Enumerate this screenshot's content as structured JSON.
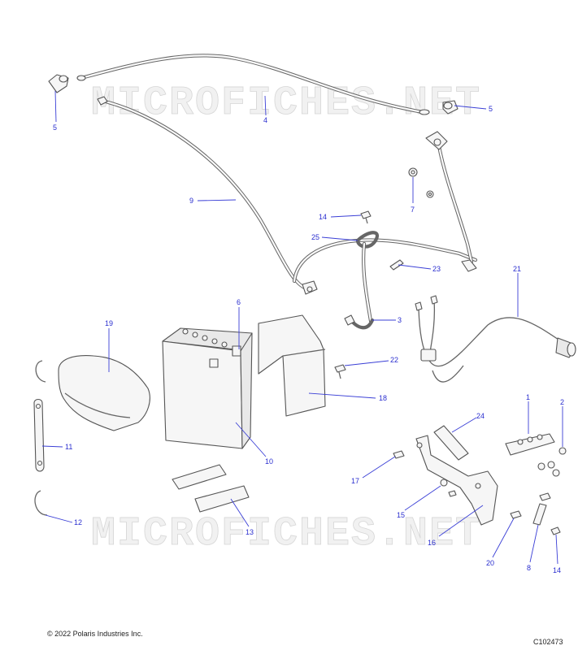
{
  "watermark": "MICROFICHES.NET",
  "copyright": "© 2022 Polaris Industries Inc.",
  "figure_id": "C102473",
  "callouts": [
    "1",
    "2",
    "3",
    "4",
    "5",
    "5",
    "6",
    "7",
    "8",
    "9",
    "10",
    "11",
    "12",
    "13",
    "14",
    "14",
    "15",
    "16",
    "17",
    "18",
    "19",
    "20",
    "21",
    "22",
    "23",
    "24",
    "25"
  ]
}
